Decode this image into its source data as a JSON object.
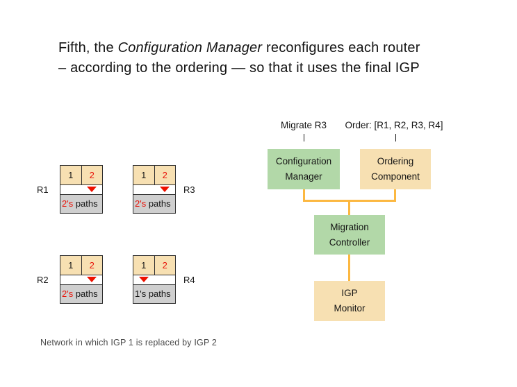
{
  "slide": {
    "title": {
      "line1_prefix": "Fifth, the ",
      "line1_italic": "Configuration Manager",
      "line1_suffix": " reconfigures each router",
      "line2": "– according to the ordering — so that it uses the final IGP"
    },
    "caption": "Network in which IGP 1 is replaced by IGP 2"
  },
  "architecture": {
    "annotations": {
      "migrate": "Migrate R3",
      "order": "Order: [R1, R2, R3, R4]"
    },
    "boxes": {
      "configuration_manager": {
        "line1": "Configuration",
        "line2": "Manager"
      },
      "ordering_component": {
        "line1": "Ordering",
        "line2": "Component"
      },
      "migration_controller": {
        "line1": "Migration",
        "line2": "Controller"
      },
      "igp_monitor": {
        "line1": "IGP",
        "line2": "Monitor"
      }
    }
  },
  "routers": [
    {
      "name": "R1",
      "igp1": "1",
      "igp2": "2",
      "active_igp": "2",
      "paths_num": "2's",
      "paths_rest": " paths"
    },
    {
      "name": "R2",
      "igp1": "1",
      "igp2": "2",
      "active_igp": "2",
      "paths_num": "2's",
      "paths_rest": " paths"
    },
    {
      "name": "R3",
      "igp1": "1",
      "igp2": "2",
      "active_igp": "2",
      "paths_num": "2's",
      "paths_rest": " paths"
    },
    {
      "name": "R4",
      "igp1": "1",
      "igp2": "2",
      "active_igp": "1",
      "paths_num": "1's",
      "paths_rest": " paths"
    }
  ],
  "colors": {
    "green_box": "#b2d8a8",
    "tan_box": "#f7e0b2",
    "orange_connector": "#fcb841",
    "red_text": "#e8140a",
    "triangle_red": "#ee1100",
    "gray_row": "#cfcfcf",
    "table_border": "#2e2e2e",
    "caption_gray": "#4a4a4a"
  }
}
